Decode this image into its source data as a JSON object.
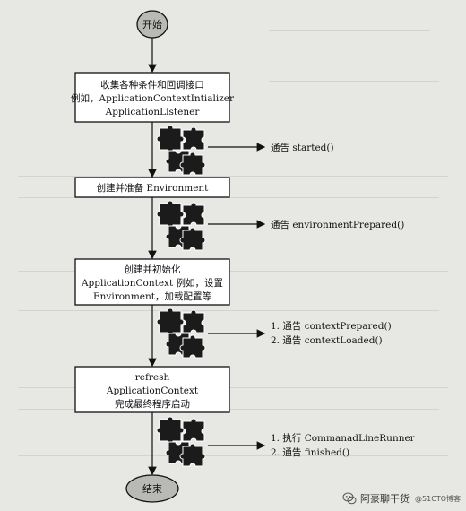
{
  "start": "开始",
  "end": "结束",
  "steps": [
    {
      "lines": [
        "收集各种条件和回调接口",
        "例如，ApplicationContextIntializer",
        "ApplicationListener"
      ]
    },
    {
      "lines": [
        "创建并准备 Environment"
      ]
    },
    {
      "lines": [
        "创建并初始化",
        "ApplicationContext 例如，设置",
        "Environment，加载配置等"
      ]
    },
    {
      "lines": [
        "refresh",
        "ApplicationContext",
        "完成最终程序启动"
      ]
    }
  ],
  "notifications": [
    {
      "lines": [
        "通告 started()"
      ]
    },
    {
      "lines": [
        "通告 environmentPrepared()"
      ]
    },
    {
      "lines": [
        "1. 通告 contextPrepared()",
        "2. 通告 contextLoaded()"
      ]
    },
    {
      "lines": [
        "1. 执行 CommanadLineRunner",
        "2. 通告 finished()"
      ]
    }
  ],
  "watermark": {
    "main": "阿豪聊干货",
    "sub": "@51CTO博客"
  },
  "colors": {
    "terminal_fill": "#b9b9b6",
    "puzzle": "#1b1b1b",
    "background": "#e7e7e4"
  },
  "icons": {
    "extension": "puzzle-pieces-icon",
    "watermark": "wechat-icon"
  }
}
